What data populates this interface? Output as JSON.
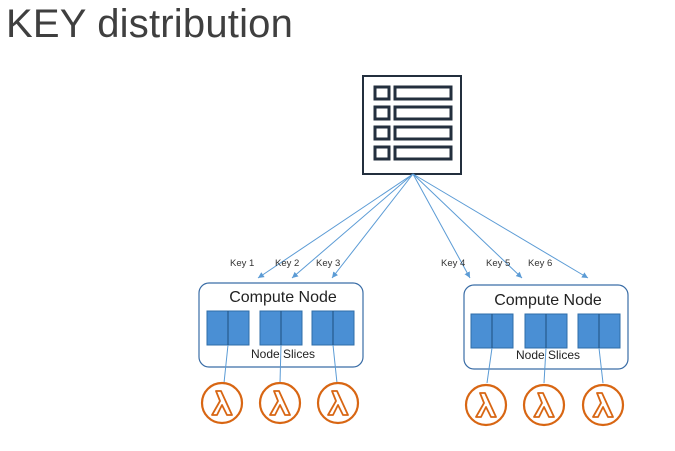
{
  "title": "KEY distribution",
  "table_icon": "table-icon",
  "keys": [
    "Key 1",
    "Key 2",
    "Key 3",
    "Key 4",
    "Key 5",
    "Key 6"
  ],
  "nodes": [
    {
      "title": "Compute Node",
      "slices_label": "Node Slices"
    },
    {
      "title": "Compute Node",
      "slices_label": "Node Slices"
    }
  ],
  "lambda_icon": "lambda-icon",
  "colors": {
    "arrow": "#5b9bd5",
    "slice_fill": "#4a8fd4",
    "node_border": "#3a6da6",
    "lambda": "#d86613",
    "table_stroke": "#232f3e"
  }
}
